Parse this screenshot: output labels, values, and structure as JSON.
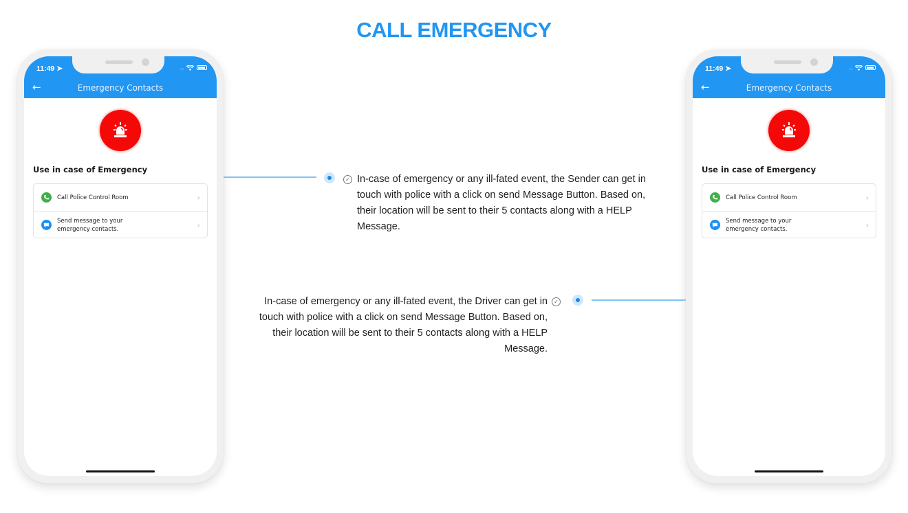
{
  "page": {
    "title": "CALL EMERGENCY",
    "accent_color": "#2196f3"
  },
  "phones": [
    {
      "status_time": "11:49",
      "status_signal": "....",
      "appbar_title": "Emergency Contacts",
      "section_title": "Use in  case of Emergency",
      "items": [
        {
          "label": "Call Police Control Room",
          "icon": "phone-icon"
        },
        {
          "label": "Send message to your\nemergency contacts.",
          "icon": "message-icon"
        }
      ]
    },
    {
      "status_time": "11:49",
      "status_signal": "...",
      "appbar_title": "Emergency Contacts",
      "section_title": "Use in  case of Emergency",
      "items": [
        {
          "label": "Call Police Control Room",
          "icon": "phone-icon"
        },
        {
          "label": "Send message to your\nemergency contacts.",
          "icon": "message-icon"
        }
      ]
    }
  ],
  "descriptions": {
    "sender": "In-case of emergency or any ill-fated event, the Sender can get in touch with police with a click on send Message Button. Based on, their location will be sent to their 5 contacts along with a HELP Message.",
    "driver": "In-case of emergency or any ill-fated event, the Driver can get in touch with police with a click on send Message Button. Based on, their location will be sent to their 5 contacts along with a HELP Message."
  }
}
